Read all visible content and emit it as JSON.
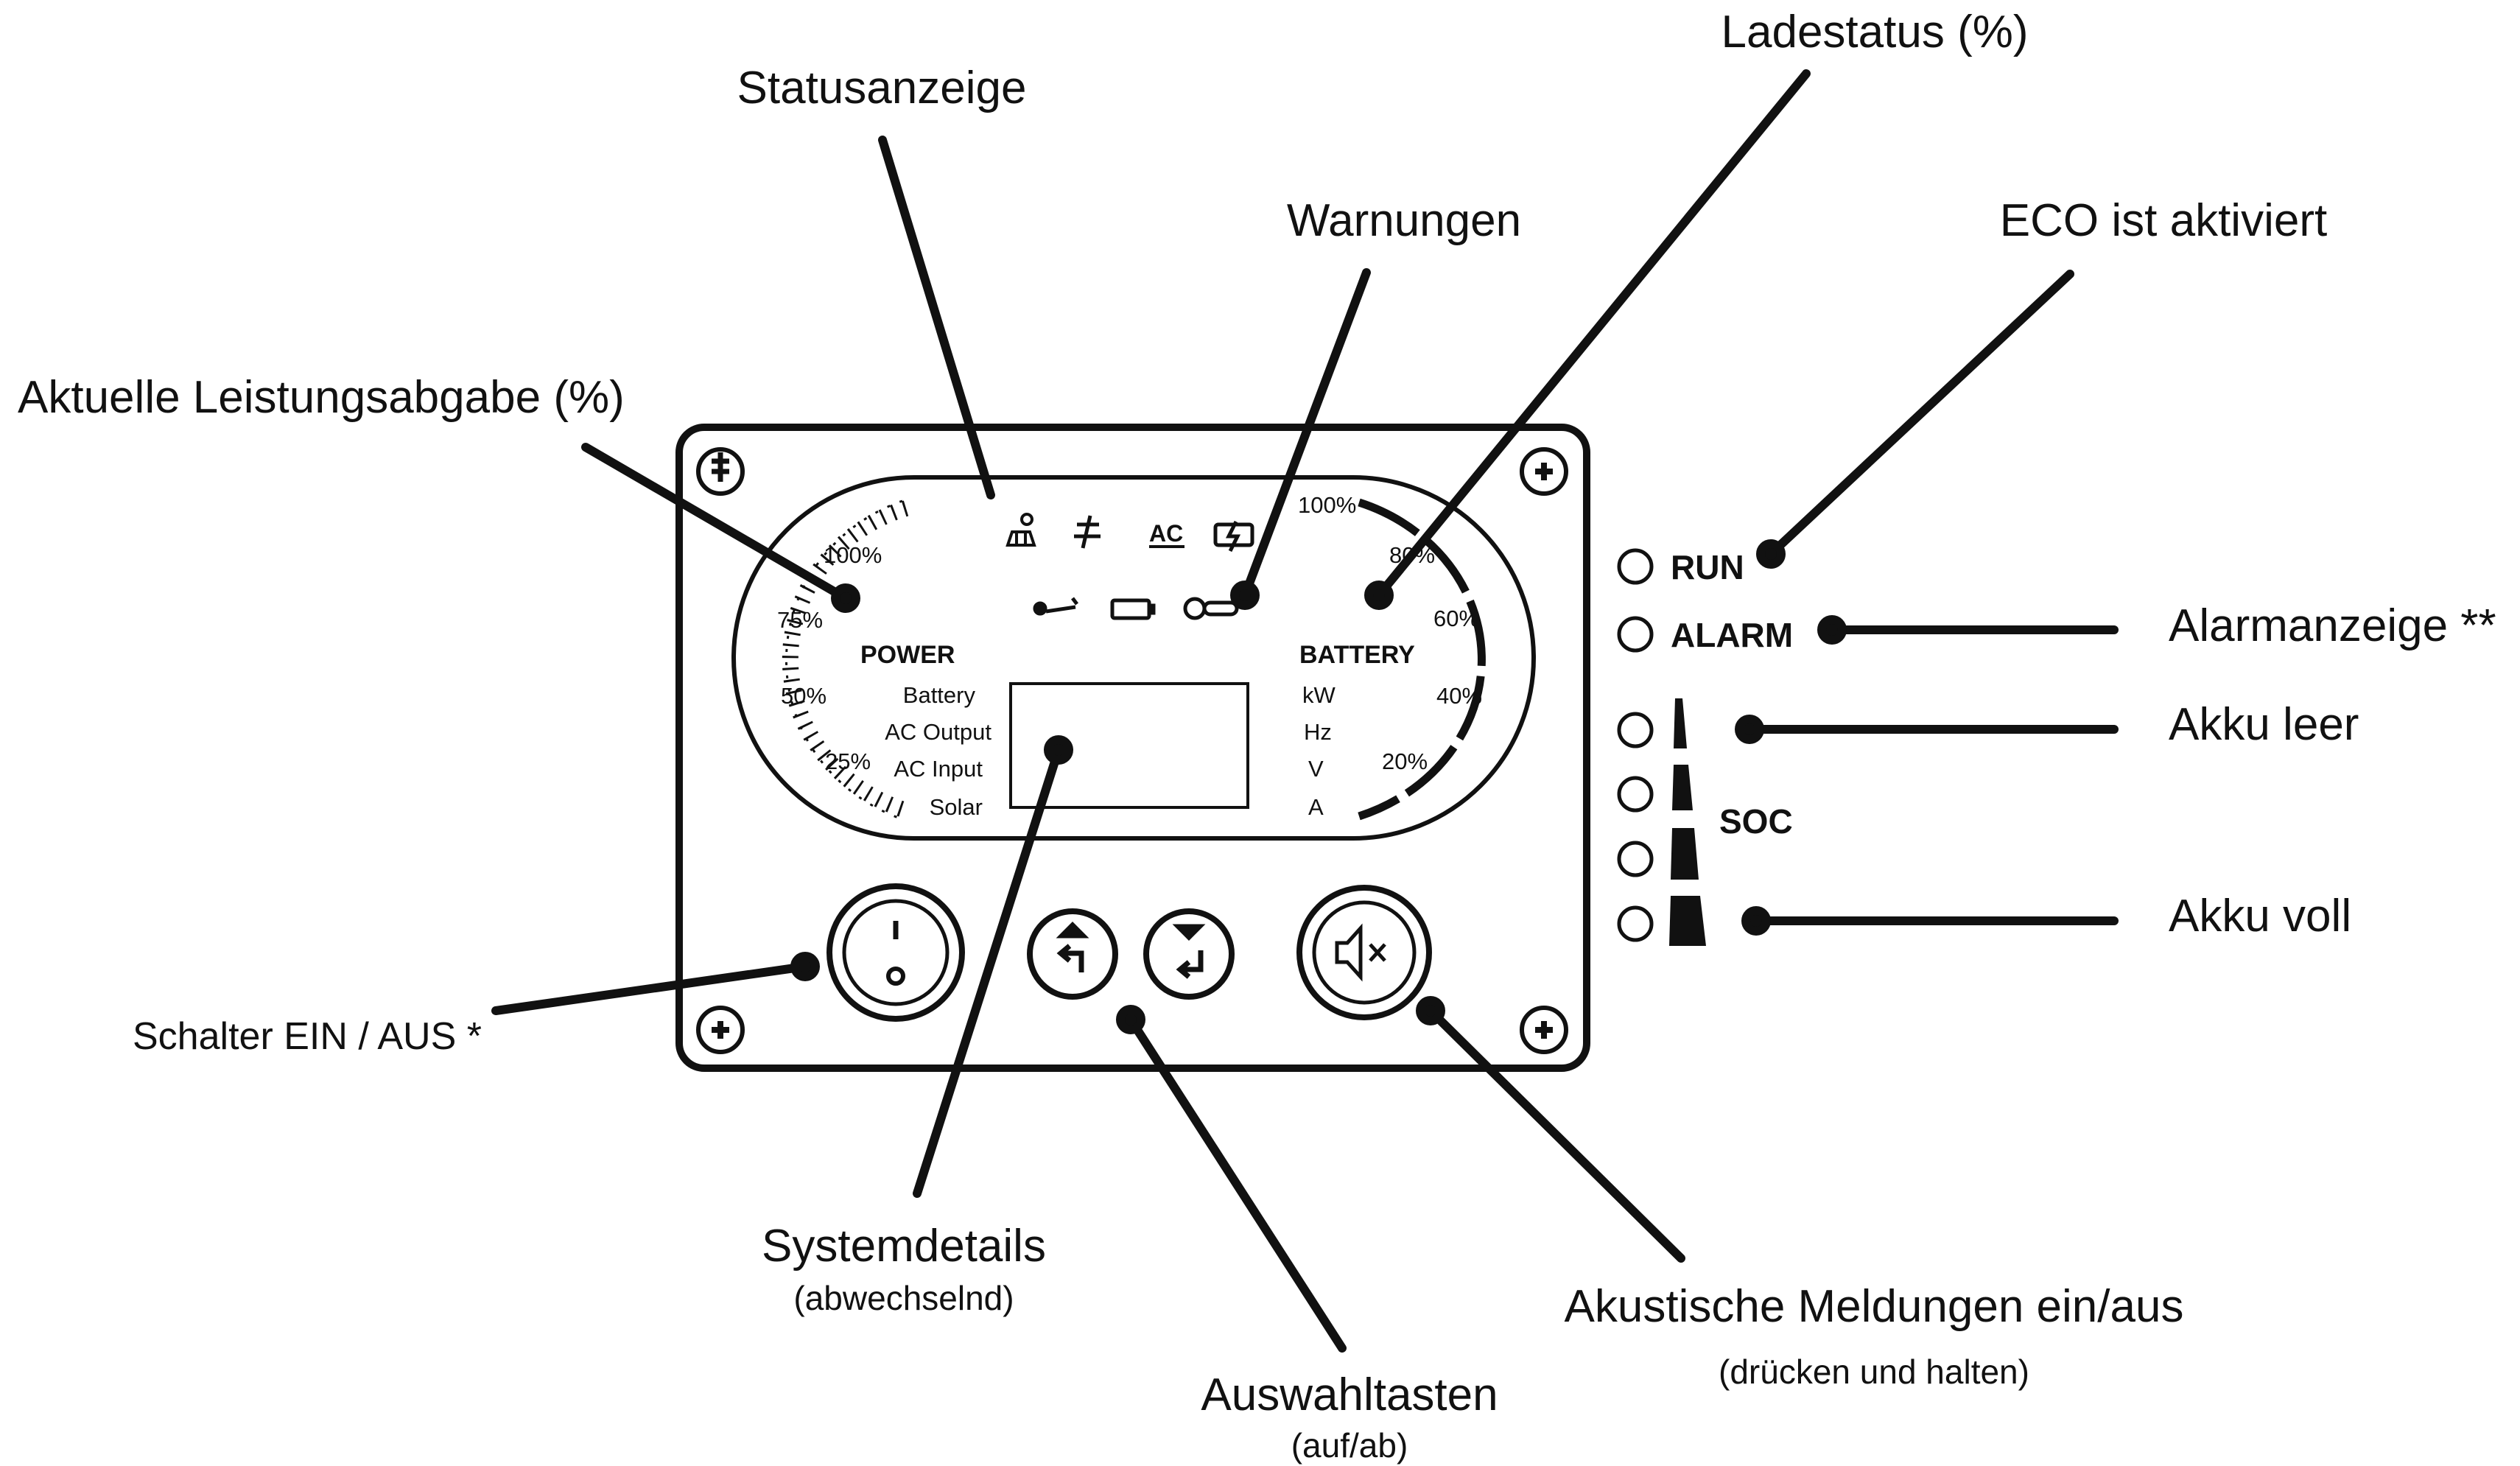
{
  "callouts": {
    "statusanzeige": "Statusanzeige",
    "ladestatus": "Ladestatus (%)",
    "warnungen": "Warnungen",
    "eco": "ECO ist aktiviert",
    "leistung": "Aktuelle Leistungsabgabe (%)",
    "alarmanzeige": "Alarmanzeige **",
    "akku_leer": "Akku leer",
    "akku_voll": "Akku voll",
    "schalter": "Schalter EIN / AUS *",
    "systemdetails": "Systemdetails",
    "systemdetails_sub": "(abwechselnd)",
    "auswahltasten": "Auswahltasten",
    "auswahltasten_sub": "(auf/ab)",
    "akustisch": "Akustische Meldungen ein/aus",
    "akustisch_sub": "(drücken und halten)"
  },
  "display": {
    "power_title": "POWER",
    "battery_title": "BATTERY",
    "power_scale": [
      "100%",
      "75%",
      "50%",
      "25%"
    ],
    "battery_scale": [
      "100%",
      "80%",
      "60%",
      "40%",
      "20%"
    ],
    "power_rows": [
      "Battery",
      "AC Output",
      "AC Input",
      "Solar"
    ],
    "units": [
      "kW",
      "Hz",
      "V",
      "A"
    ],
    "ac_icon": "AC"
  },
  "leds": {
    "run": "RUN",
    "alarm": "ALARM",
    "soc": "SOC"
  },
  "icons": [
    "solar-icon",
    "grid-icon",
    "ac-icon",
    "battery-charge-icon",
    "wrench-icon",
    "battery-icon",
    "temperature-icon",
    "power-switch-icon",
    "up-select-icon",
    "down-select-icon",
    "mute-icon",
    "screw-icon"
  ],
  "colors": {
    "ink": "#111111",
    "background": "#ffffff"
  }
}
